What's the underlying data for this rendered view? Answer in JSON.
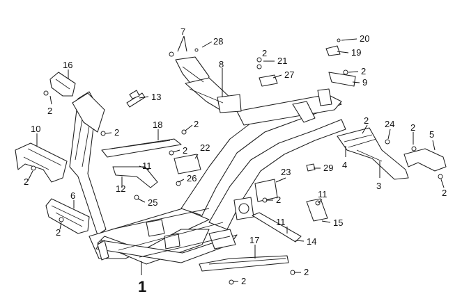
{
  "diagram": {
    "labels": [
      {
        "id": "l1",
        "text": "1"
      },
      {
        "id": "l2a",
        "text": "2"
      },
      {
        "id": "l2b",
        "text": "2"
      },
      {
        "id": "l2c",
        "text": "2"
      },
      {
        "id": "l2d",
        "text": "2"
      },
      {
        "id": "l2e",
        "text": "2"
      },
      {
        "id": "l2f",
        "text": "2"
      },
      {
        "id": "l2g",
        "text": "2"
      },
      {
        "id": "l2h",
        "text": "2"
      },
      {
        "id": "l2i",
        "text": "2"
      },
      {
        "id": "l2j",
        "text": "2"
      },
      {
        "id": "l2k",
        "text": "2"
      },
      {
        "id": "l2l",
        "text": "2"
      },
      {
        "id": "l2m",
        "text": "2"
      },
      {
        "id": "l2n",
        "text": "2"
      },
      {
        "id": "l3",
        "text": "3"
      },
      {
        "id": "l4",
        "text": "4"
      },
      {
        "id": "l5",
        "text": "5"
      },
      {
        "id": "l6",
        "text": "6"
      },
      {
        "id": "l7",
        "text": "7"
      },
      {
        "id": "l8",
        "text": "8"
      },
      {
        "id": "l9",
        "text": "9"
      },
      {
        "id": "l10",
        "text": "10"
      },
      {
        "id": "l11a",
        "text": "11"
      },
      {
        "id": "l11b",
        "text": "11"
      },
      {
        "id": "l11c",
        "text": "11"
      },
      {
        "id": "l12",
        "text": "12"
      },
      {
        "id": "l13",
        "text": "13"
      },
      {
        "id": "l14",
        "text": "14"
      },
      {
        "id": "l15",
        "text": "15"
      },
      {
        "id": "l16",
        "text": "16"
      },
      {
        "id": "l17",
        "text": "17"
      },
      {
        "id": "l18",
        "text": "18"
      },
      {
        "id": "l19",
        "text": "19"
      },
      {
        "id": "l20",
        "text": "20"
      },
      {
        "id": "l21",
        "text": "21"
      },
      {
        "id": "l22",
        "text": "22"
      },
      {
        "id": "l23",
        "text": "23"
      },
      {
        "id": "l24",
        "text": "24"
      },
      {
        "id": "l25",
        "text": "25"
      },
      {
        "id": "l26",
        "text": "26"
      },
      {
        "id": "l27",
        "text": "27"
      },
      {
        "id": "l28",
        "text": "28"
      },
      {
        "id": "l29",
        "text": "29"
      }
    ]
  }
}
